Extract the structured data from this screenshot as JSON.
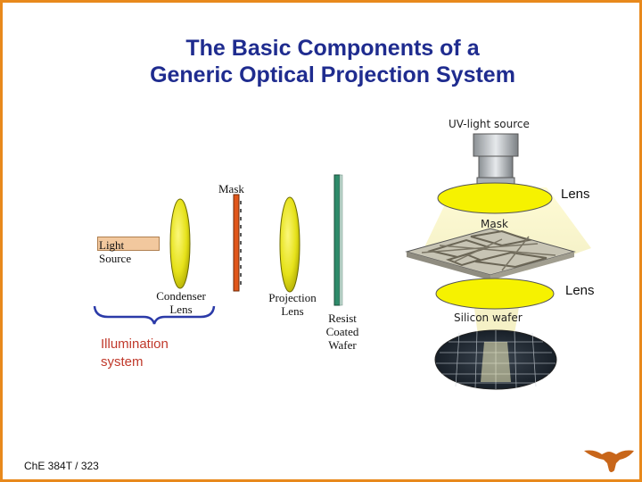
{
  "title": {
    "line1": "The Basic Components of a",
    "line2": "Generic Optical Projection System"
  },
  "schematic": {
    "light_source": "Light\nSource",
    "light_source_line1": "Light",
    "light_source_line2": "Source",
    "mask": "Mask",
    "condenser_line1": "Condenser",
    "condenser_line2": "Lens",
    "projection_line1": "Projection",
    "projection_line2": "Lens",
    "resist_line1": "Resist",
    "resist_line2": "Coated",
    "resist_line3": "Wafer",
    "illumination_line1": "Illumination",
    "illumination_line2": "system"
  },
  "photo": {
    "uv_source": "UV-light source",
    "lens_top": "Lens",
    "mask": "Mask",
    "lens_bottom": "Lens",
    "silicon_wafer": "Silicon wafer"
  },
  "footer": {
    "course": "ChE 384T / 323"
  },
  "colors": {
    "border": "#e8891c",
    "title": "#1f2c8f",
    "lens_fill": "#f6f200",
    "illumination_text": "#c0392b",
    "logo": "#c8661a"
  },
  "icons": {
    "logo": "longhorn-logo-icon"
  }
}
